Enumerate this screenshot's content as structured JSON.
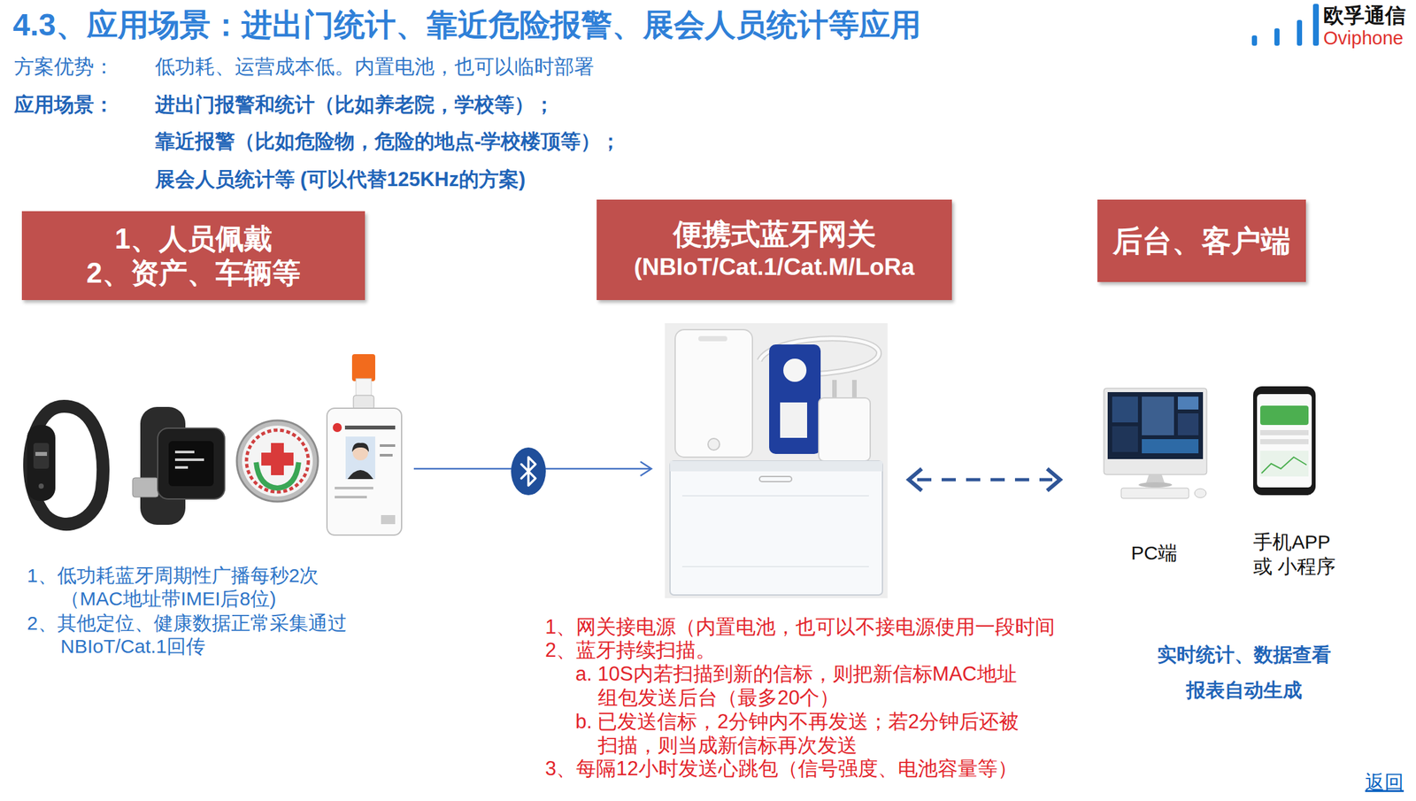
{
  "diagram": {
    "title": "4.3、应用场景：进出门统计、靠近危险报警、展会人员统计等应用",
    "nodes": [
      {
        "text": [
          "1、人员佩戴 2、资产、车辆等"
        ]
      },
      {
        "text": [
          "便携式蓝牙网关",
          "(NBIoT/Cat.1/Cat.M/LoRa"
        ]
      },
      {
        "text": [
          "后台、客户端"
        ]
      }
    ],
    "labels": [
      "欧孚通信",
      "Oviphone",
      "方案优势：",
      "低功耗、运营成本低。内置电池，也可以临时部署",
      "应用场景：",
      "进出门报警和统计（比如养老院，学校等）；",
      "靠近报警（比如危险物，危险的地点-学校楼顶等）；",
      "展会人员统计等 (可以代替125KHz的方案)",
      "1、低功耗蓝牙周期性广播每秒2次 （MAC地址带IMEI后8位)",
      "2、其他定位、健康数据正常采集通过 NBIoT/Cat.1回传",
      "1、网关接电源（内置电池，也可以不接电源使用一段时间",
      "2、蓝牙持续扫描。",
      "a. 10S内若扫描到新的信标，则把新信标MAC地址 组包发送后台（最多20个）",
      "b. 已发送信标，2分钟内不再发送；若2分钟后还被 扫描，则当成新信标再次发送",
      "3、每隔12小时发送心跳包（信号强度、电池容量等）",
      "PC端",
      "手机APP 或 小程序",
      "实时统计、数据查看",
      "报表自动生成",
      "返回"
    ]
  }
}
